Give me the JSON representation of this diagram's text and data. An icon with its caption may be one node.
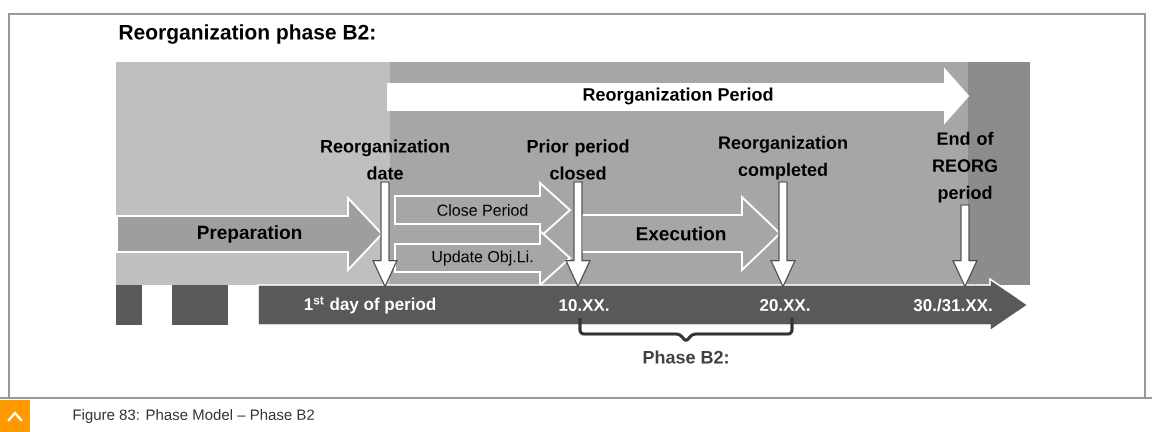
{
  "diagram": {
    "title": "Reorganization phase B2:",
    "caption": "Figure 83: Phase Model – Phase B2",
    "nodes": [
      {
        "text": [
          "Reorganization Period"
        ]
      },
      {
        "text": [
          "Reorganization date"
        ]
      },
      {
        "text": [
          "Prior period closed"
        ]
      },
      {
        "text": [
          "Reorganization completed"
        ]
      },
      {
        "text": [
          "End of REORG period"
        ]
      },
      {
        "text": [
          "Preparation"
        ]
      },
      {
        "text": [
          "Close Period"
        ]
      },
      {
        "text": [
          "Update Obj.Li."
        ]
      },
      {
        "text": [
          "Execution"
        ]
      },
      {
        "text": [
          "1$^{st}$ day of period",
          "10.XX.",
          "20.XX.",
          "30./31.XX."
        ]
      }
    ],
    "edges": [
      {
        "from": 1,
        "to": 9,
        "arrow": "to"
      },
      {
        "from": 2,
        "to": 9,
        "arrow": "to"
      },
      {
        "from": 3,
        "to": 9,
        "arrow": "to"
      },
      {
        "from": 4,
        "to": 9,
        "arrow": "to"
      }
    ],
    "labels": [
      "Phase B2:"
    ]
  }
}
